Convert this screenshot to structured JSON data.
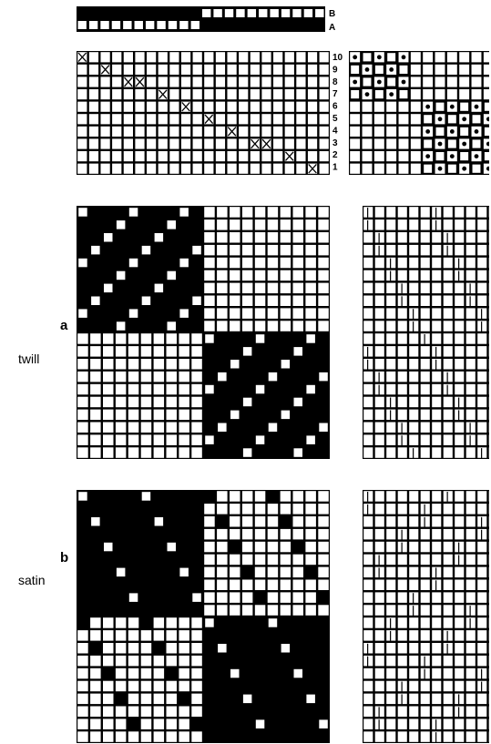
{
  "header_bar": {
    "labels": [
      "B",
      "A"
    ]
  },
  "threading": {
    "shaft_numbers": [
      "10",
      "9",
      "8",
      "7",
      "6",
      "5",
      "4",
      "3",
      "2",
      "1"
    ]
  },
  "panels": [
    {
      "letter": "a",
      "name": "twill"
    },
    {
      "letter": "b",
      "name": "satin"
    }
  ],
  "colors": {
    "ink": "#000000",
    "paper": "#ffffff"
  }
}
